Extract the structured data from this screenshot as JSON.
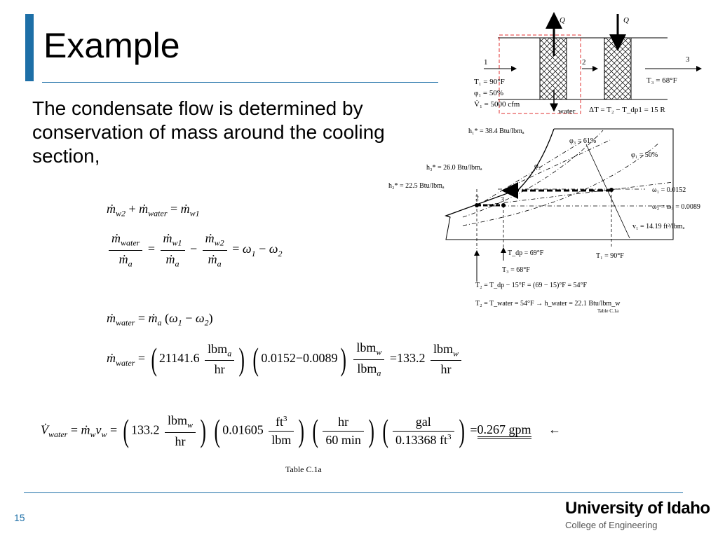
{
  "slide": {
    "title": "Example",
    "intro": "The condensate flow is determined by conservation of mass around the cooling section,",
    "page_number": "15",
    "table_ref": "Table C.1a",
    "logo_main": "University of Idaho",
    "logo_sub": "College of Engineering"
  },
  "equations": {
    "eq1_rhs_val": "",
    "eq4_val1": "21141.6",
    "eq4_val2": "0.0152",
    "eq4_val3": "0.0089",
    "eq4_result": "133.2",
    "eq5_val1": "133.2",
    "eq5_val2": "0.01605",
    "eq5_time": "60 min",
    "eq5_conv": "0.13368 ft",
    "eq5_result": "0.267 gpm",
    "arrow": "←"
  },
  "diagram": {
    "qc_label": "Q",
    "qh_label": "Q",
    "state1": "1",
    "state2": "2",
    "state3": "3",
    "t1": "T₁ = 90°F",
    "phi1": "φ₁ = 50%",
    "v1": "V̇₁ = 5000 cfm",
    "water": "water",
    "t3": "T₃ = 68°F",
    "delta_t": "ΔT = T₂ − T_dp1 = 15 R",
    "h1": "h₁* = 38.4 Btu/lbmₐ",
    "phi3": "φ₃ = 61%",
    "phi1_curve": "φ₁ = 50%",
    "phi2": "φ₂",
    "h3": "h₃* = 26.0 Btu/lbmₐ",
    "h2": "h₂* = 22.5 Btu/lbmₐ",
    "omega1": "ω₁ = 0.0152",
    "omega23": "ω₂ = ω₃ = 0.0089",
    "v1_spec": "v₁ = 14.19 ft³/lbmₐ",
    "tdp": "T_dp = 69°F",
    "t1_axis": "T₁ = 90°F",
    "t3_axis": "T₃ = 68°F",
    "t2_calc": "T₂ = T_dp − 15°F = (69 − 15)°F = 54°F",
    "t2_water": "T₂ = T_water = 54°F  →  h_water = 22.1 Btu/lbm_w",
    "table_small": "Table C.1a"
  }
}
